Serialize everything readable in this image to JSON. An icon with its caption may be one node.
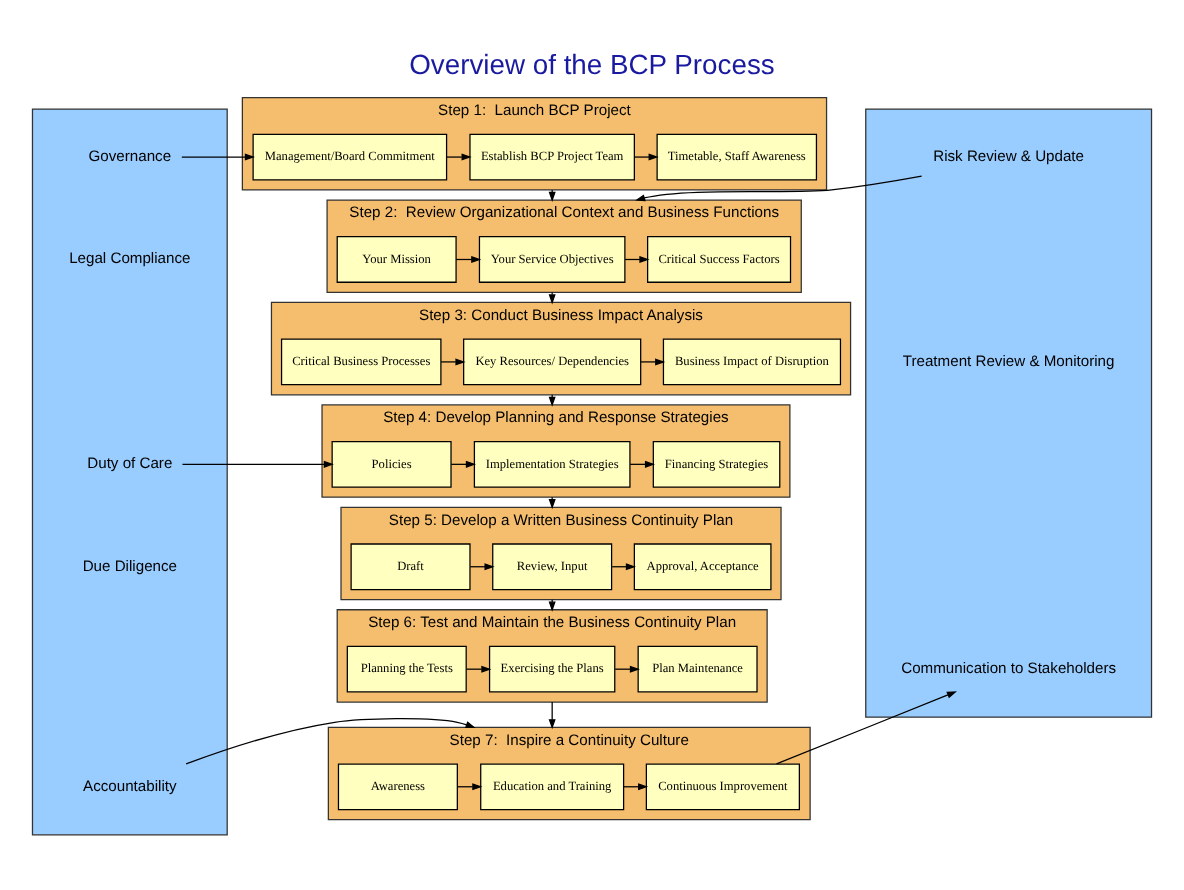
{
  "diagram": {
    "title": "Overview of the BCP Process",
    "nodes": [
      {
        "text": [],
        "shape": "box"
      },
      {
        "text": [
          "Governance"
        ],
        "in": 0
      },
      {
        "text": [
          "Legal Compliance"
        ],
        "in": 0
      },
      {
        "text": [
          "Duty of Care"
        ],
        "in": 0
      },
      {
        "text": [
          "Due Diligence"
        ],
        "in": 0
      },
      {
        "text": [
          "Accountability"
        ],
        "in": 0
      },
      {
        "text": [],
        "shape": "box"
      },
      {
        "text": [
          "Risk Review & Update"
        ],
        "in": 6
      },
      {
        "text": [
          "Treatment Review & Monitoring"
        ],
        "in": 6
      },
      {
        "text": [
          "Communication to Stakeholders"
        ],
        "in": 6
      },
      {
        "text": [
          "Step 1:  Launch BCP Project"
        ]
      },
      {
        "text": [
          "Management/Board Commitment"
        ],
        "in": 10
      },
      {
        "text": [
          "Establish BCP Project Team"
        ],
        "in": 10
      },
      {
        "text": [
          "Timetable, Staff Awareness"
        ],
        "in": 10
      },
      {
        "text": [
          "Step 2:  Review Organizational Context and Business Functions"
        ]
      },
      {
        "text": [
          "Your Mission"
        ],
        "in": 14
      },
      {
        "text": [
          "Your Service Objectives"
        ],
        "in": 14
      },
      {
        "text": [
          "Critical Success Factors"
        ],
        "in": 14
      },
      {
        "text": [
          "Step 3: Conduct Business Impact Analysis"
        ]
      },
      {
        "text": [
          "Critical Business Processes"
        ],
        "in": 18
      },
      {
        "text": [
          "Key Resources/ Dependencies"
        ],
        "in": 18
      },
      {
        "text": [
          "Business Impact of Disruption"
        ],
        "in": 18
      },
      {
        "text": [
          "Step 4: Develop Planning and Response Strategies"
        ]
      },
      {
        "text": [
          "Policies"
        ],
        "in": 22
      },
      {
        "text": [
          "Implementation Strategies"
        ],
        "in": 22
      },
      {
        "text": [
          "Financing Strategies"
        ],
        "in": 22
      },
      {
        "text": [
          "Step 5: Develop a Written Business Continuity Plan"
        ]
      },
      {
        "text": [
          "Draft"
        ],
        "in": 26
      },
      {
        "text": [
          "Review, Input"
        ],
        "in": 26
      },
      {
        "text": [
          "Approval, Acceptance"
        ],
        "in": 26
      },
      {
        "text": [
          "Step 6: Test and Maintain the Business Continuity Plan"
        ]
      },
      {
        "text": [
          "Planning the Tests"
        ],
        "in": 30
      },
      {
        "text": [
          "Exercising the Plans"
        ],
        "in": 30
      },
      {
        "text": [
          "Plan Maintenance"
        ],
        "in": 30
      },
      {
        "text": [
          "Step 7:  Inspire a Continuity Culture"
        ]
      },
      {
        "text": [
          "Awareness"
        ],
        "in": 34
      },
      {
        "text": [
          "Education and Training"
        ],
        "in": 34
      },
      {
        "text": [
          "Continuous Improvement"
        ],
        "in": 34
      }
    ],
    "edges": [
      {
        "from": 1,
        "to": 11,
        "arrow": "to"
      },
      {
        "from": 11,
        "to": 12,
        "arrow": "to"
      },
      {
        "from": 12,
        "to": 13,
        "arrow": "to"
      },
      {
        "from": 10,
        "to": 14,
        "arrow": "to"
      },
      {
        "from": 7,
        "to": 14,
        "arrow": "to"
      },
      {
        "from": 15,
        "to": 16,
        "arrow": "to"
      },
      {
        "from": 16,
        "to": 17,
        "arrow": "to"
      },
      {
        "from": 14,
        "to": 18,
        "arrow": "to"
      },
      {
        "from": 19,
        "to": 20,
        "arrow": "to"
      },
      {
        "from": 20,
        "to": 21,
        "arrow": "to"
      },
      {
        "from": 18,
        "to": 22,
        "arrow": "to"
      },
      {
        "from": 3,
        "to": 23,
        "arrow": "to"
      },
      {
        "from": 23,
        "to": 24,
        "arrow": "to"
      },
      {
        "from": 24,
        "to": 25,
        "arrow": "to"
      },
      {
        "from": 22,
        "to": 26,
        "arrow": "to"
      },
      {
        "from": 27,
        "to": 28,
        "arrow": "to"
      },
      {
        "from": 28,
        "to": 29,
        "arrow": "to"
      },
      {
        "from": 26,
        "to": 30,
        "arrow": "to"
      },
      {
        "from": 31,
        "to": 32,
        "arrow": "to"
      },
      {
        "from": 32,
        "to": 33,
        "arrow": "to"
      },
      {
        "from": 30,
        "to": 34,
        "arrow": "to"
      },
      {
        "from": 5,
        "to": 34,
        "arrow": "to"
      },
      {
        "from": 35,
        "to": 36,
        "arrow": "to"
      },
      {
        "from": 36,
        "to": 37,
        "arrow": "to"
      },
      {
        "from": 37,
        "to": 9,
        "arrow": "to"
      }
    ]
  }
}
